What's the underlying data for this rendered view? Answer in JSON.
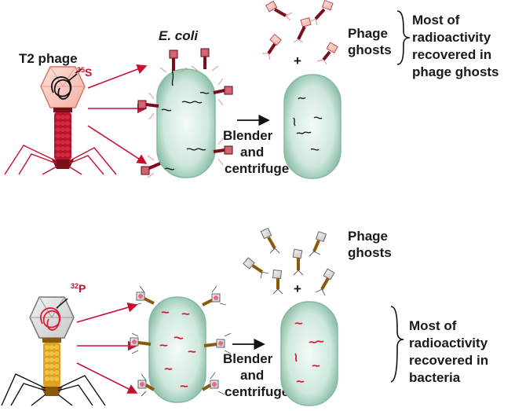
{
  "top": {
    "phage_label": "T2 phage",
    "isotope_mass": "35",
    "isotope_symbol": "S",
    "cell_label": "E. coli",
    "process_line1": "Blender",
    "process_line2": "and",
    "process_line3": "centrifuge",
    "plus": "+",
    "ghosts_line1": "Phage",
    "ghosts_line2": "ghosts",
    "result_line1": "Most of",
    "result_line2": "radioactivity",
    "result_line3": "recovered in",
    "result_line4": "phage ghosts"
  },
  "bottom": {
    "isotope_mass": "32",
    "isotope_symbol": "P",
    "process_line1": "Blender",
    "process_line2": "and",
    "process_line3": "centrifuge",
    "plus": "+",
    "ghosts_line1": "Phage",
    "ghosts_line2": "ghosts",
    "result_line1": "Most of",
    "result_line2": "radioactivity",
    "result_line3": "recovered in",
    "result_line4": "bacteria"
  },
  "colors": {
    "label_radioactive": "#c8102e",
    "protein_label_red": "#c0182a",
    "dna_label_red": "#d81e3a",
    "cell_fill": "#cfe8dc",
    "tail_top": "#b3162a",
    "tail_bottom": "#e0a21a"
  }
}
